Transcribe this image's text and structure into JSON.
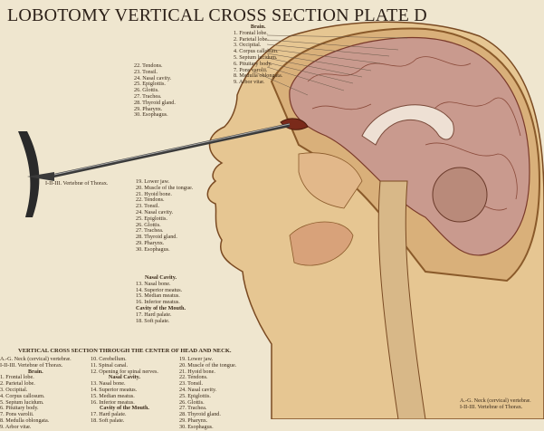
{
  "title": "LOBOTOMY VERTICAL CROSS SECTION PLATE D",
  "brain_legend": {
    "heading": "Brain.",
    "items": [
      "1. Frontal lobe.",
      "2. Parietal lobe.",
      "3. Occipital.",
      "4. Corpus callosum.",
      "5. Septum lucidum.",
      "6. Pituitary body.",
      "7. Pons varolii.",
      "8. Medulla oblongata.",
      "9. Arbor vitæ."
    ]
  },
  "upper_list": [
    "22. Tendons.",
    "23. Tonsil.",
    "24. Nasal cavity.",
    "25. Epiglottis.",
    "26. Glottis.",
    "27. Trachea.",
    "28. Thyroid gland.",
    "29. Pharynx.",
    "30. Esophagus."
  ],
  "thorax_label": "I-II-III. Vertebræ of Thorax.",
  "middle_list": [
    "19. Lower jaw.",
    "20. Muscle of the tongue.",
    "21. Hyoid bone.",
    "22. Tendons.",
    "23. Tonsil.",
    "24. Nasal cavity.",
    "25. Epiglottis.",
    "26. Glottis.",
    "27. Trachea.",
    "28. Thyroid gland.",
    "29. Pharynx.",
    "30. Esophagus."
  ],
  "nasal_block": {
    "heading": "Nasal Cavity.",
    "items": [
      "13. Nasal bone.",
      "14. Superior meatus.",
      "15. Median meatus.",
      "16. Inferior meatus."
    ],
    "mouth_heading": "Cavity of the Mouth.",
    "mouth_items": [
      "17. Hard palate.",
      "18. Soft palate."
    ]
  },
  "bottom": {
    "heading": "VERTICAL CROSS SECTION THROUGH THE CENTER OF HEAD AND NECK.",
    "col1_top": [
      "A.-G. Neck (cervical) vertebræ.",
      "I-II-III. Vertebræ of Thorax."
    ],
    "col1_heading": "Brain.",
    "col1": [
      "1. Frontal lobe.",
      "2. Parietal lobe.",
      "3. Occipital.",
      "4. Corpus callosum.",
      "5. Septum lucidum.",
      "6. Pituitary body.",
      "7. Pons varolii.",
      "8. Medulla oblongata.",
      "9. Arbor vitæ."
    ],
    "col2_top": [
      "10. Cerebellum.",
      "11. Spinal canal.",
      "12. Opening for spinal nerves."
    ],
    "col2_heading": "Nasal Cavity.",
    "col2": [
      "13. Nasal bone.",
      "14. Superior meatus.",
      "15. Median meatus.",
      "16. Inferior meatus."
    ],
    "col2_heading2": "Cavity of the Mouth.",
    "col2b": [
      "17. Hard palate.",
      "18. Soft palate."
    ],
    "col3": [
      "19. Lower jaw.",
      "20. Muscle of the tongue.",
      "21. Hyoid bone.",
      "22. Tendons.",
      "23. Tonsil.",
      "24. Nasal cavity.",
      "25. Epiglottis.",
      "26. Glottis.",
      "27. Trachea.",
      "28. Thyroid gland.",
      "29. Pharynx.",
      "30. Esophagus."
    ]
  },
  "bottom_right": [
    "A.-G. Neck (cervical) vertebræ.",
    "I-II-III. Vertebræ of Thorax."
  ],
  "colors": {
    "paper": "#efe6cf",
    "skin": "#e8c896",
    "outline": "#7a4a22",
    "brain": "#c99a8e",
    "ink": "#3a2a1a"
  }
}
